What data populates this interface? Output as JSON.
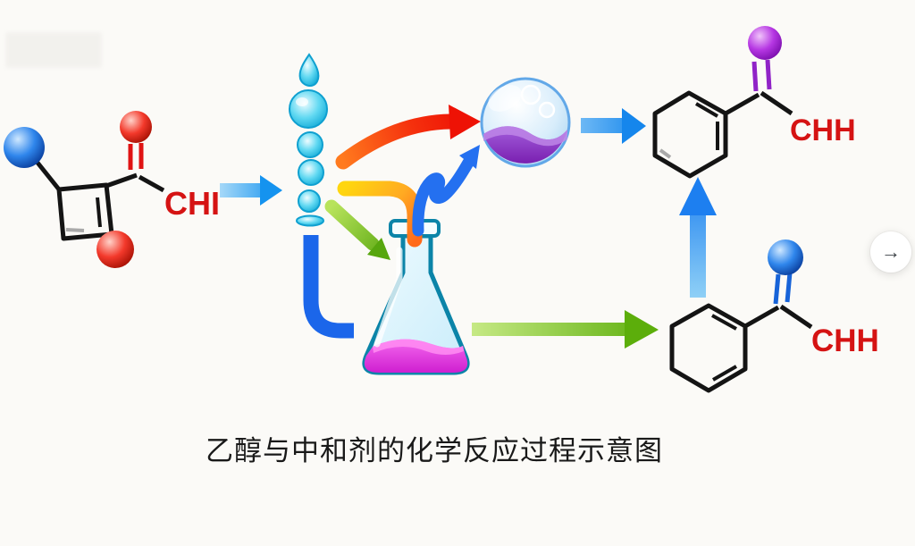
{
  "page": {
    "background_color": "#fbfaf7",
    "caption": "乙醇与中和剂的化学反应过程示意图"
  },
  "molecules": {
    "reactant": {
      "formula_label": "CHI"
    },
    "product_top": {
      "formula_label": "CHH"
    },
    "product_bottom": {
      "formula_label": "CHH"
    }
  },
  "nav": {
    "next_button_label": "→"
  },
  "colors": {
    "bond_black": "#141414",
    "partial_bond_gray": "#a9a9a9",
    "formula_red": "#d51313",
    "atom_red": "#e53935",
    "atom_blue": "#1e6fe0",
    "atom_purple": "#a928d9",
    "droplet_cyan": "#35c4e8",
    "arrow_blue": "#1b6ef0",
    "arrow_red": "#f2180a",
    "arrow_orange": "#ff7a1c",
    "arrow_yellow": "#ffd60f",
    "arrow_green": "#6cb21a",
    "flask_outline": "#0b84a8",
    "flask_liquid_magenta": "#e028d8",
    "mixture_sphere_purple": "#8a2fc9"
  }
}
